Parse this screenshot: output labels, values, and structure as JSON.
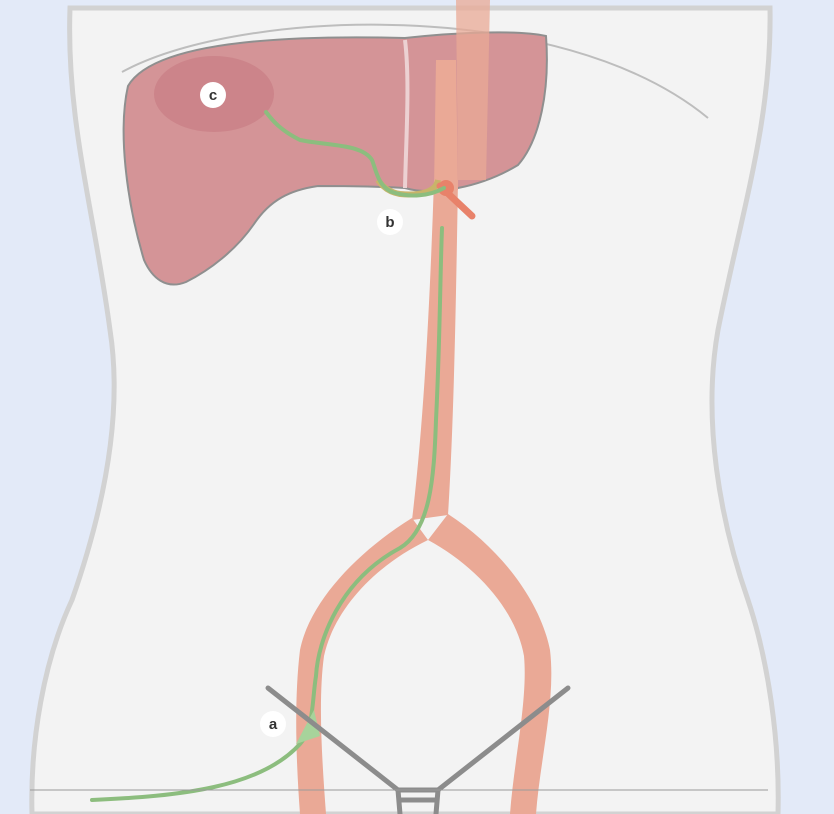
{
  "diagram": {
    "labels": {
      "a": "a",
      "b": "b",
      "c": "c"
    }
  },
  "colors": {
    "background": "#e3eaf8",
    "body": "#f3f3f3",
    "body_outline": "#cfcfcf",
    "liver": "#d49497",
    "liver_outline": "#8f8f8f",
    "tumor": "#c97e84",
    "artery": "#eaa996",
    "artery_light": "#f1bba9",
    "catheter": "#8cbd7e",
    "catheter_light": "#a7d39b",
    "clamp": "#8c8c8c",
    "label_bg": "#ffffff",
    "label_text": "#333333"
  }
}
